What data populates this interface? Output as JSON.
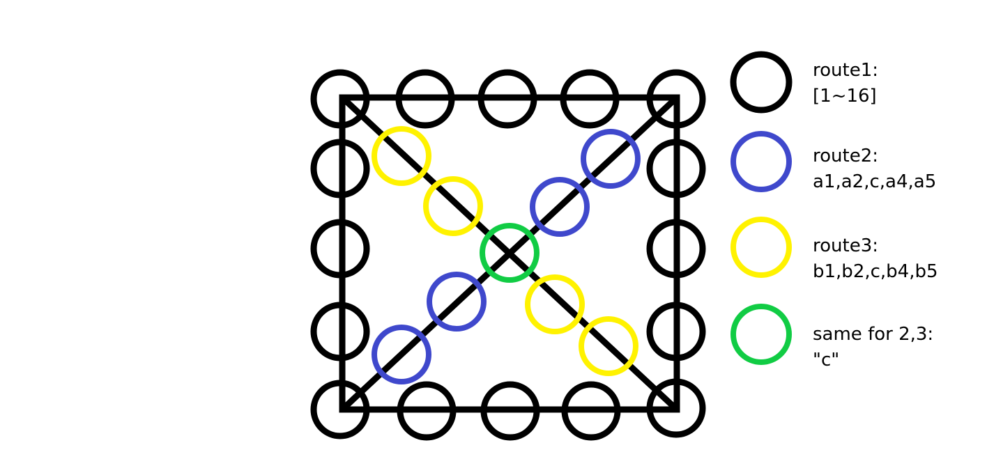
{
  "colors": {
    "route1": "#000000",
    "route2": "#3f48cc",
    "route3": "#fff200",
    "shared": "#11cc44"
  },
  "legend": [
    {
      "key": "route1",
      "line1": "route1:",
      "line2": "[1~16]"
    },
    {
      "key": "route2",
      "line1": "route2:",
      "line2": "a1,a2,c,a4,a5"
    },
    {
      "key": "route3",
      "line1": "route3:",
      "line2": "b1,b2,c,b4,b5"
    },
    {
      "key": "shared",
      "line1": "same for 2,3:",
      "line2": "\"c\""
    }
  ]
}
